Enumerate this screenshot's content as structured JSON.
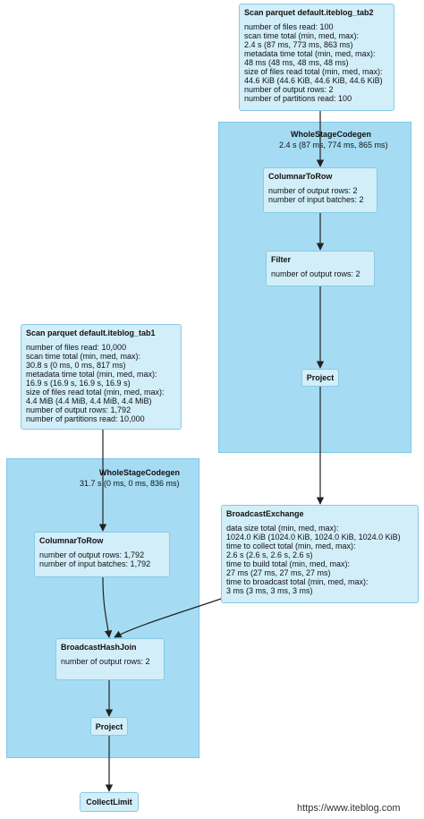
{
  "clusters": [
    {
      "title": "WholeStageCodegen",
      "metric": "2.4 s (87 ms, 774 ms, 865 ms)"
    },
    {
      "title": "WholeStageCodegen",
      "metric": "31.7 s (0 ms, 0 ms, 836 ms)"
    }
  ],
  "scan_tab2": {
    "title": "Scan parquet default.iteblog_tab2",
    "metrics": [
      "number of files read: 100",
      "scan time total (min, med, max):",
      "2.4 s (87 ms, 773 ms, 863 ms)",
      "metadata time total (min, med, max):",
      "48 ms (48 ms, 48 ms, 48 ms)",
      "size of files read total (min, med, max):",
      "44.6 KiB (44.6 KiB, 44.6 KiB, 44.6 KiB)",
      "number of output rows: 2",
      "number of partitions read: 100"
    ]
  },
  "columnar_right": {
    "title": "ColumnarToRow",
    "metrics": [
      "number of output rows: 2",
      "number of input batches: 2"
    ]
  },
  "filter": {
    "title": "Filter",
    "metrics": [
      "number of output rows: 2"
    ]
  },
  "project_right": {
    "title": "Project"
  },
  "scan_tab1": {
    "title": "Scan parquet default.iteblog_tab1",
    "metrics": [
      "number of files read: 10,000",
      "scan time total (min, med, max):",
      "30.8 s (0 ms, 0 ms, 817 ms)",
      "metadata time total (min, med, max):",
      "16.9 s (16.9 s, 16.9 s, 16.9 s)",
      "size of files read total (min, med, max):",
      "4.4 MiB (4.4 MiB, 4.4 MiB, 4.4 MiB)",
      "number of output rows: 1,792",
      "number of partitions read: 10,000"
    ]
  },
  "columnar_left": {
    "title": "ColumnarToRow",
    "metrics": [
      "number of output rows: 1,792",
      "number of input batches: 1,792"
    ]
  },
  "broadcast_exchange": {
    "title": "BroadcastExchange",
    "metrics": [
      "data size total (min, med, max):",
      "1024.0 KiB (1024.0 KiB, 1024.0 KiB, 1024.0 KiB)",
      "time to collect total (min, med, max):",
      "2.6 s (2.6 s, 2.6 s, 2.6 s)",
      "time to build total (min, med, max):",
      "27 ms (27 ms, 27 ms, 27 ms)",
      "time to broadcast total (min, med, max):",
      "3 ms (3 ms, 3 ms, 3 ms)"
    ]
  },
  "broadcast_hash_join": {
    "title": "BroadcastHashJoin",
    "metrics": [
      "number of output rows: 2"
    ]
  },
  "project_left": {
    "title": "Project"
  },
  "collect_limit": {
    "title": "CollectLimit"
  },
  "watermark": {
    "text": "https://www.iteblog.com"
  },
  "colors": {
    "cluster_fill": "#a6dcf3",
    "node_fill": "#d2eef9",
    "edge": "#222222"
  }
}
